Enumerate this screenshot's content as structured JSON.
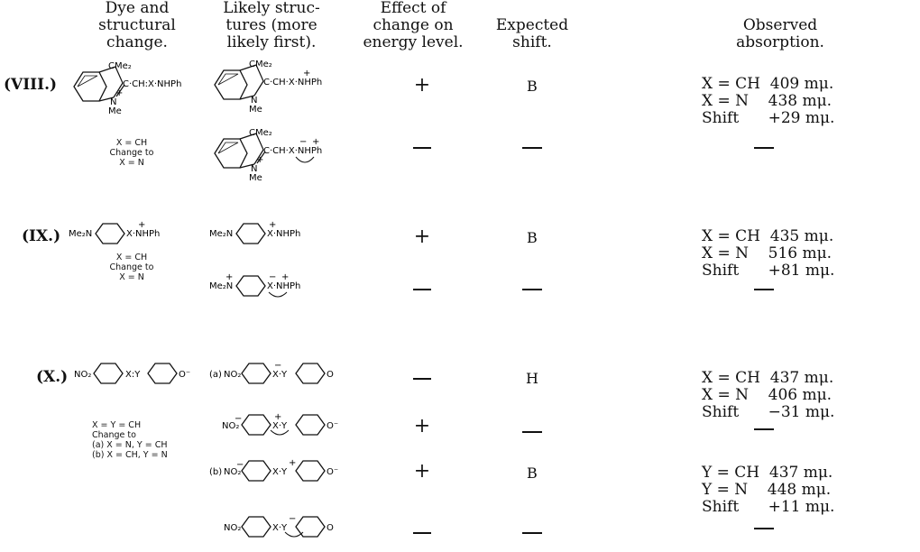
{
  "headers": {
    "dye": "Dye and\nstructural\nchange.",
    "structures": "Likely struc-\ntures (more\nlikely first).",
    "effect": "Effect of\nchange on\nenergy level.",
    "shift": "Expected\nshift.",
    "observed": "Observed\nabsorption."
  },
  "rows": [
    {
      "label": "(VIII.)",
      "dye_formula": "C·CH:X·NHPh",
      "change_note": "X = CH\nChange to\nX = N",
      "effects": [
        "+",
        "—"
      ],
      "shifts": [
        "B",
        "—"
      ],
      "observed": "X = CH  409 mμ.\nX = N    438 mμ.\nShift      +29 mμ.",
      "observed_after": "—"
    },
    {
      "label": "(IX.)",
      "dye_formula": "Me₂N–C₆H₄–X:N̊HPh",
      "change_note": "X = CH\nChange to\nX = N",
      "effects": [
        "+",
        "—"
      ],
      "shifts": [
        "B",
        "—"
      ],
      "observed": "X = CH  435 mμ.\nX = N    516 mμ.\nShift      +81 mμ.",
      "observed_after": "—"
    },
    {
      "label": "(X.)",
      "dye_formula": "NO₂–C₆H₄–X:Y–C₆H₄–O⁻",
      "change_note": "X = Y = CH\nChange to\n(a) X = N, Y = CH\n(b) X = CH, Y = N",
      "effects": [
        "—",
        "+",
        "+",
        "—"
      ],
      "shifts": [
        "H",
        "—",
        "B",
        "—"
      ],
      "observed_a": "X = CH  437 mμ.\nX = N    406 mμ.\nShift      −31 mμ.",
      "observed_b": "Y = CH  437 mμ.\nY = N    448 mμ.\nShift      +11 mμ.",
      "observed_after": "—"
    }
  ],
  "mol_labels": {
    "cme2": "CMe₂",
    "me": "Me",
    "n_plus": "N",
    "cch_x_nhph": "C·CH·X·NHPh",
    "cch_x_nhph_b": "C·CH·X·NHPh",
    "me2n": "Me₂N",
    "x_nhph": "X·NHPh",
    "x_nhph_b": "X·NHPh",
    "me2n_plus": "Me₂N",
    "no2": "NO₂",
    "xy": "X:Y",
    "o_minus": "O⁻",
    "o": "O",
    "a": "(a)",
    "b": "(b)",
    "x_y_a": "X·Y",
    "x_y_b": "X·Y",
    "x_y_c": "X·Y",
    "x_y_d": "X·Y"
  }
}
